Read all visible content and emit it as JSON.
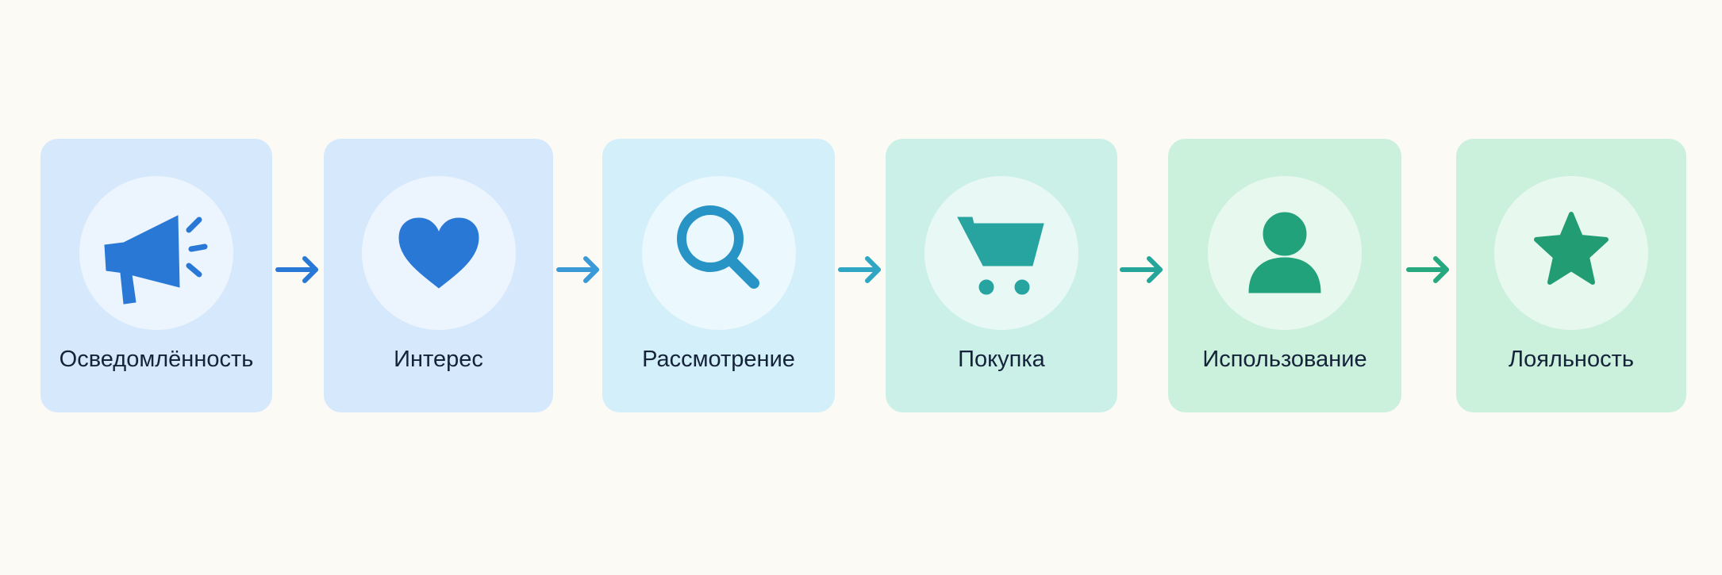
{
  "stages": [
    {
      "label": "Осведомлённость",
      "icon": "megaphone-icon",
      "bg": "#d6e8fc",
      "fg": "#2a78d6"
    },
    {
      "label": "Интерес",
      "icon": "heart-icon",
      "bg": "#d6e8fc",
      "fg": "#2a78d6"
    },
    {
      "label": "Рассмотрение",
      "icon": "search-icon",
      "bg": "#d2effa",
      "fg": "#2894c6"
    },
    {
      "label": "Покупка",
      "icon": "shopping-cart-icon",
      "bg": "#cbf0e8",
      "fg": "#27a3a0"
    },
    {
      "label": "Использование",
      "icon": "user-icon",
      "bg": "#cbf0dc",
      "fg": "#22a27a"
    },
    {
      "label": "Лояльность",
      "icon": "star-icon",
      "bg": "#cbf0dc",
      "fg": "#229c72"
    }
  ],
  "arrow_colors": [
    "#2a78d6",
    "#3a9ad8",
    "#2ea6c4",
    "#26a59a",
    "#26a97e",
    "#26a772"
  ]
}
